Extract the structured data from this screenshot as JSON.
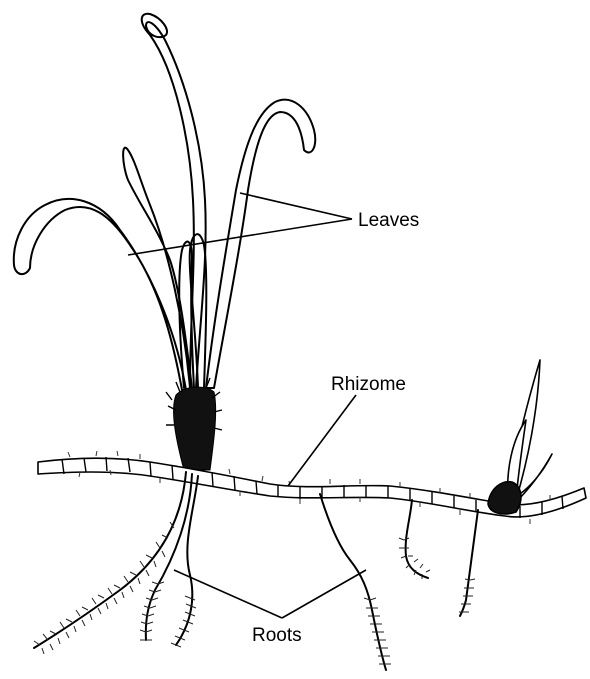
{
  "labels": {
    "leaves": "Leaves",
    "rhizome": "Rhizome",
    "roots": "Roots"
  },
  "colors": {
    "outline": "#000000",
    "background": "#ffffff",
    "root_hair": "#222222",
    "leaf_fill": "#ffffff"
  },
  "icons": {
    "plant": "seagrass-plant-icon"
  }
}
